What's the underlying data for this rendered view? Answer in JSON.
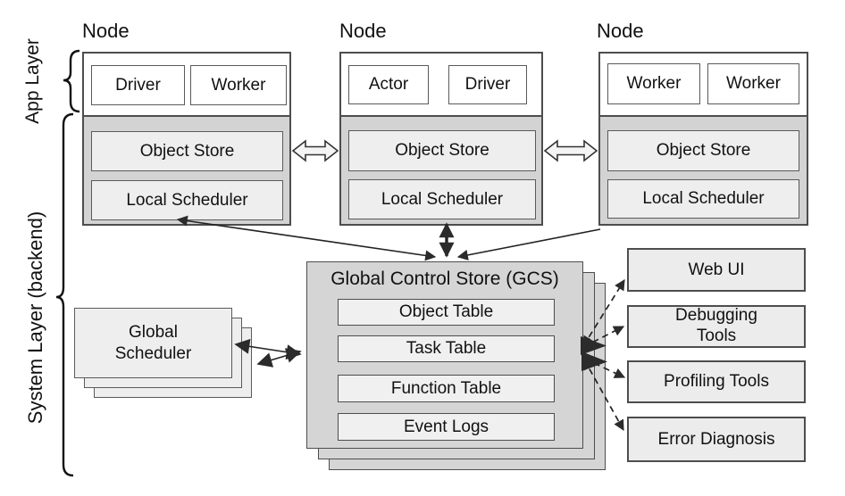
{
  "diagram": {
    "app_layer_label": "App Layer",
    "system_layer_label": "System Layer (backend)",
    "nodes": [
      {
        "title": "Node",
        "processes": [
          "Driver",
          "Worker"
        ],
        "components": [
          "Object Store",
          "Local Scheduler"
        ]
      },
      {
        "title": "Node",
        "processes": [
          "Actor",
          "Driver"
        ],
        "components": [
          "Object Store",
          "Local Scheduler"
        ]
      },
      {
        "title": "Node",
        "processes": [
          "Worker",
          "Worker"
        ],
        "components": [
          "Object Store",
          "Local Scheduler"
        ]
      }
    ],
    "global_scheduler_label": "Global Scheduler",
    "gcs": {
      "title": "Global Control Store (GCS)",
      "tables": [
        "Object Table",
        "Task Table",
        "Function Table",
        "Event Logs"
      ]
    },
    "tools": [
      "Web UI",
      "Debugging Tools",
      "Profiling Tools",
      "Error Diagnosis"
    ],
    "colors": {
      "node_fill": "#d3d3d3",
      "box_fill": "#eeeeee",
      "gcs_fill": "#d5d5d5",
      "tool_fill": "#ececec",
      "line": "#222222"
    }
  }
}
